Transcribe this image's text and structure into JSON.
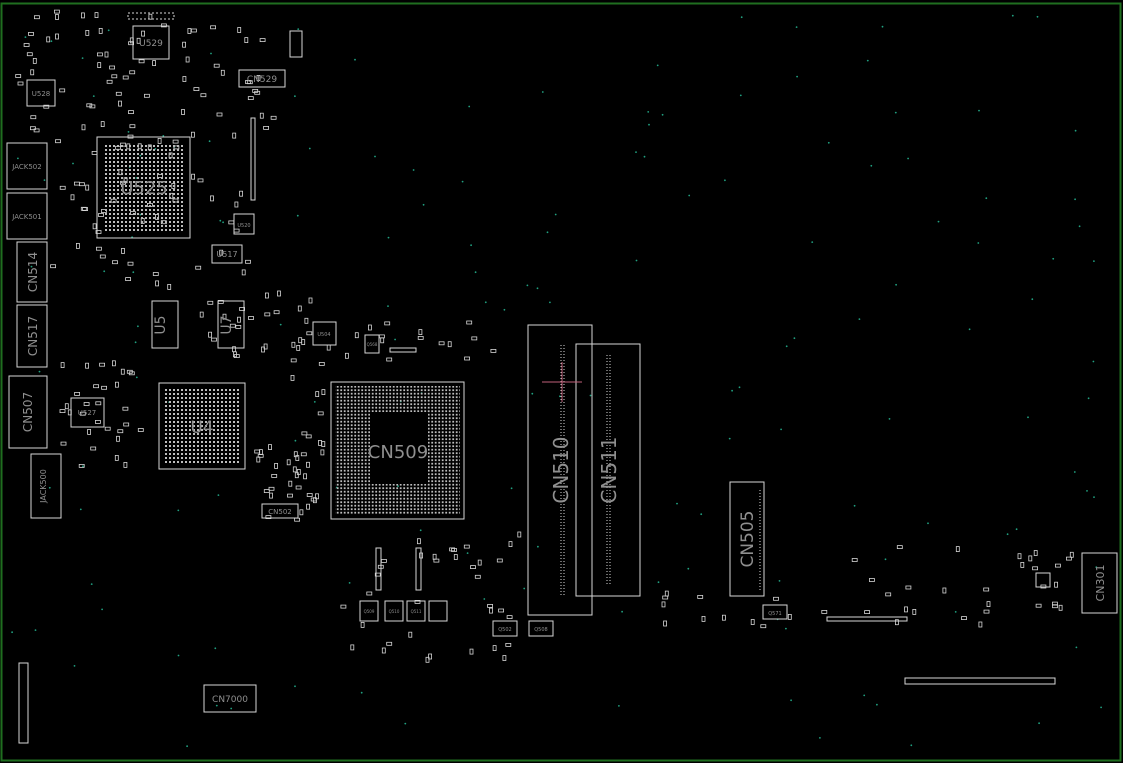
{
  "board": {
    "border_color": "#1f6e1f",
    "outline_color": "#d6d6d6",
    "label_color": "#8f8f8f",
    "via_color": "#20a080",
    "cursor_color": "#c0607a"
  },
  "labels": {
    "u529": "U529",
    "cn529": "CN529",
    "u528": "U528",
    "u525": "U525",
    "jack502": "JACK502",
    "jack501": "JACK501",
    "u520": "U520",
    "u517": "U517",
    "cn514": "CN514",
    "cn517": "CN517",
    "u5": "U5",
    "u7": "U7",
    "cn507": "CN507",
    "u527": "U527",
    "u4": "U4",
    "jack500": "JACK500",
    "cn502": "CN502",
    "u504": "U504",
    "q568": "Q568",
    "cn509": "CN509",
    "cn510": "CN510",
    "cn511": "CN511",
    "cn505": "CN505",
    "q571": "Q571",
    "cn301": "CN301",
    "cn7000": "CN7000",
    "q502": "Q502",
    "q508": "Q508",
    "q509": "Q509",
    "q510": "Q510",
    "q511": "Q511"
  }
}
